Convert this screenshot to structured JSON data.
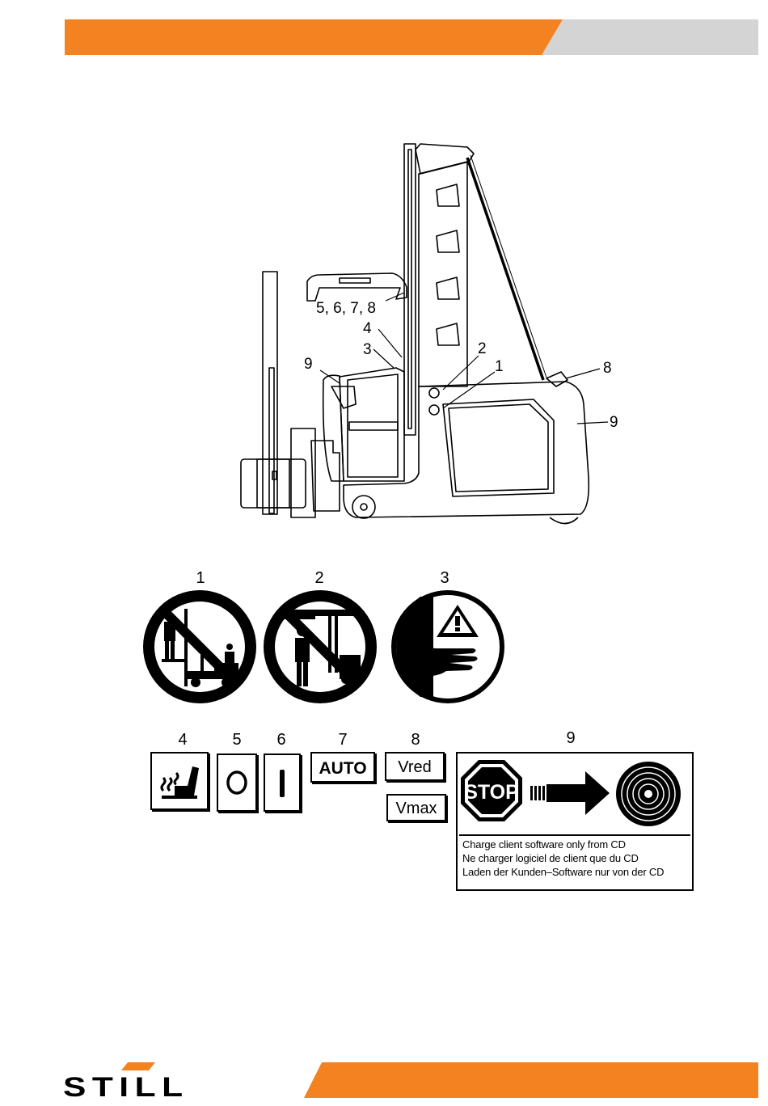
{
  "header": {
    "bar_color": "#f58220",
    "tab_color": "#d4d4d4"
  },
  "figure": {
    "callouts": {
      "c5678": "5, 6, 7, 8",
      "c4": "4",
      "c3": "3",
      "c9a": "9",
      "c2": "2",
      "c1": "1",
      "c8": "8",
      "c9b": "9"
    }
  },
  "signs": {
    "s1": {
      "number": "1"
    },
    "s2": {
      "number": "2"
    },
    "s3": {
      "number": "3"
    }
  },
  "labels": {
    "l4": {
      "number": "4"
    },
    "l5": {
      "number": "5",
      "text": "O"
    },
    "l6": {
      "number": "6",
      "text": "I"
    },
    "l7": {
      "number": "7",
      "text": "AUTO"
    },
    "l8": {
      "number": "8",
      "text_a": "Vred",
      "text_b": "Vmax"
    },
    "l9": {
      "number": "9",
      "stop": "STOP",
      "lines": [
        "Charge  client  software  only  from   CD",
        "Ne  charger logiciel de  client  que du  CD",
        "Laden  der Kunden–Software  nur von  der CD"
      ]
    }
  },
  "footer": {
    "logo": "STILL",
    "bar_color": "#f58220",
    "logo_accent": "#f58220"
  }
}
